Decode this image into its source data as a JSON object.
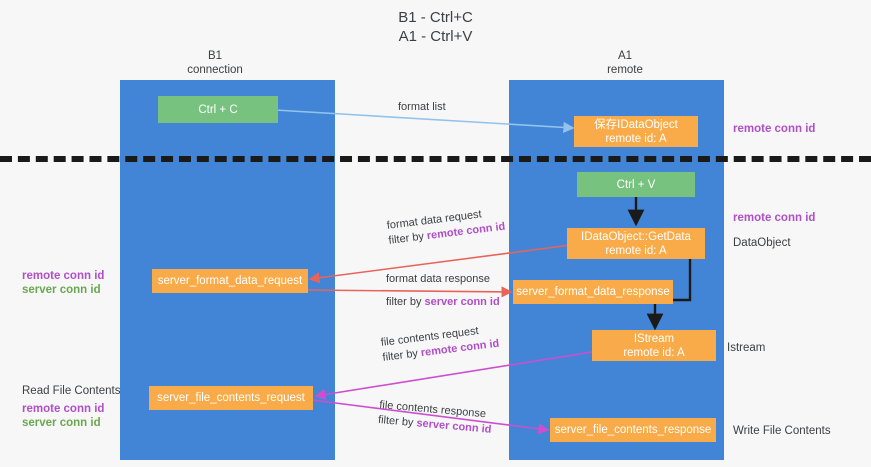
{
  "title": {
    "line1": "B1 - Ctrl+C",
    "line2": "A1 - Ctrl+V"
  },
  "lanes": [
    {
      "name": "B1",
      "sub": "connection"
    },
    {
      "name": "A1",
      "sub": "remote"
    }
  ],
  "boxes": {
    "ctrl_c": "Ctrl + C",
    "save_idataobject_l1": "保存IDataObject",
    "save_idataobject_l2": "remote id: A",
    "ctrl_v": "Ctrl + V",
    "getdata_l1": "IDataObject::GetData",
    "getdata_l2": "remote id: A",
    "server_format_data_request": "server_format_data_request",
    "server_format_data_response": "server_format_data_response",
    "istream_l1": "IStream",
    "istream_l2": "remote id: A",
    "server_file_contents_request": "server_file_contents_request",
    "server_file_contents_response": "server_file_contents_response"
  },
  "edge_labels": {
    "format_list": "format list",
    "format_data_request": "format data request",
    "format_data_request_filter_prefix": "filter by ",
    "format_data_request_filter_key": "remote conn id",
    "format_data_response": "format data response",
    "format_data_response_filter_prefix": "filter by ",
    "format_data_response_filter_key": "server conn id",
    "file_contents_request": "file contents request",
    "file_contents_request_filter_prefix": "filter by ",
    "file_contents_request_filter_key": "remote conn id",
    "file_contents_response": "file contents response",
    "file_contents_response_filter_prefix": "filter by ",
    "file_contents_response_filter_key": "server conn id"
  },
  "annotations": {
    "right_remote_conn_id_top": "remote conn id",
    "right_remote_conn_id_mid": "remote conn id",
    "right_dataobject": "DataObject",
    "right_istream": "Istream",
    "right_write_file_contents": "Write File Contents",
    "left_remote_conn_id": "remote conn id",
    "left_server_conn_id": "server conn id",
    "left_read_file_contents": "Read File Contents",
    "left_remote_conn_id_2": "remote conn id",
    "left_server_conn_id_2": "server conn id"
  },
  "colors": {
    "lane": "#4285d6",
    "green_box": "#78c27f",
    "orange_box": "#f8ab48",
    "purple_text": "#b04fc8",
    "green_text": "#6aa84f",
    "arrow_blue": "#93c3ec",
    "arrow_red": "#e8645a",
    "arrow_magenta": "#cc4fd0",
    "arrow_black": "#1a1a1a",
    "divider": "#1a1a1a",
    "background": "#f7f7f7"
  }
}
